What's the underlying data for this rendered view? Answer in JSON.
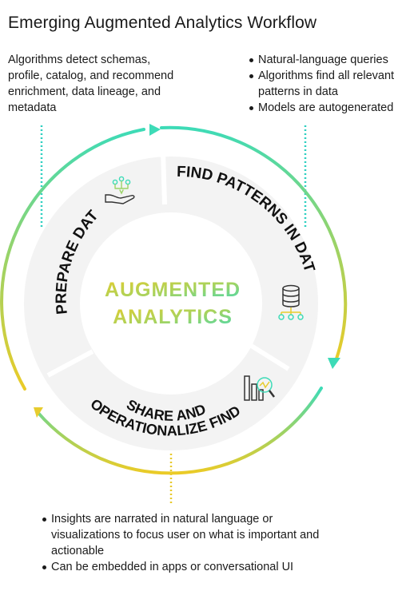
{
  "title": "Emerging Augmented Analytics Workflow",
  "notes": {
    "top_left": "Algorithms detect schemas, profile, catalog, and recommend enrichment, data lineage, and metadata",
    "top_right": [
      "Natural-language queries",
      "Algorithms find all relevant patterns in data",
      "Models are autogenerated"
    ],
    "bottom": [
      "Insights are narrated in natural language or visualizations to focus user on what is important and actionable",
      "Can be embedded in apps or conversational UI"
    ]
  },
  "diagram": {
    "center_line1": "AUGMENTED",
    "center_line2": "ANALYTICS",
    "segments": {
      "prepare": "PREPARE DATA",
      "find": "FIND PATTERNS IN DATA",
      "share_line1": "SHARE AND",
      "share_line2": "OPERATIONALIZE FINDINGS"
    },
    "icons": [
      "hand-nodes-icon",
      "database-nodes-icon",
      "bar-chart-magnifier-icon"
    ]
  },
  "colors": {
    "teal": "#3ddbb7",
    "green": "#8ed36b",
    "yellow": "#e7cc2e",
    "ring_gray": "#f3f3f3",
    "dotted_teal": "#2ccfc0",
    "dotted_yellow": "#e8c92a"
  }
}
